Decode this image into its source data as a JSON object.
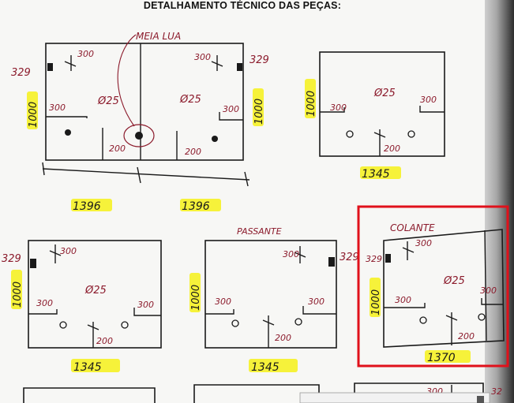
{
  "document": {
    "title": "DETALHAMENTO TÉCNICO DAS PEÇAS:"
  },
  "pieces": {
    "p1": {
      "note": "MEIA LUA",
      "left_corner": "329",
      "right_corner": "329",
      "height_left": "1000",
      "height_right": "1000",
      "dim_300_a": "300",
      "dim_300_b": "300",
      "dim_300_c": "300",
      "dim_300_d": "300",
      "dim_200_a": "200",
      "dim_200_b": "200",
      "diam_left": "Ø25",
      "diam_right": "Ø25",
      "width_left": "1396",
      "width_right": "1396"
    },
    "p2": {
      "height": "1000",
      "dim_300_a": "300",
      "dim_300_b": "300",
      "dim_200": "200",
      "diam": "Ø25",
      "width": "1345"
    },
    "p3": {
      "corner": "329",
      "height": "1000",
      "dim_300_a": "300",
      "dim_300_b": "300",
      "dim_300_c": "300",
      "dim_200": "200",
      "diam": "Ø25",
      "width": "1345"
    },
    "p4": {
      "label": "PASSANTE",
      "corner": "329",
      "height": "1000",
      "dim_300_a": "300",
      "dim_300_b": "300",
      "dim_300_c": "300",
      "dim_200": "200",
      "width": "1345"
    },
    "p5": {
      "label": "COLANTE",
      "corner": "329",
      "height": "1000",
      "dim_300_a": "300",
      "dim_300_b": "300",
      "dim_300_c": "300",
      "dim_200": "200",
      "diam": "Ø25",
      "width": "1370"
    },
    "p6": {
      "dim": "300",
      "corner": "32"
    }
  },
  "colors": {
    "ink_red": "#8b1a2b",
    "ink_black": "#1a1a1a",
    "highlight": "#f6f23a",
    "selection": "#e0111b"
  }
}
